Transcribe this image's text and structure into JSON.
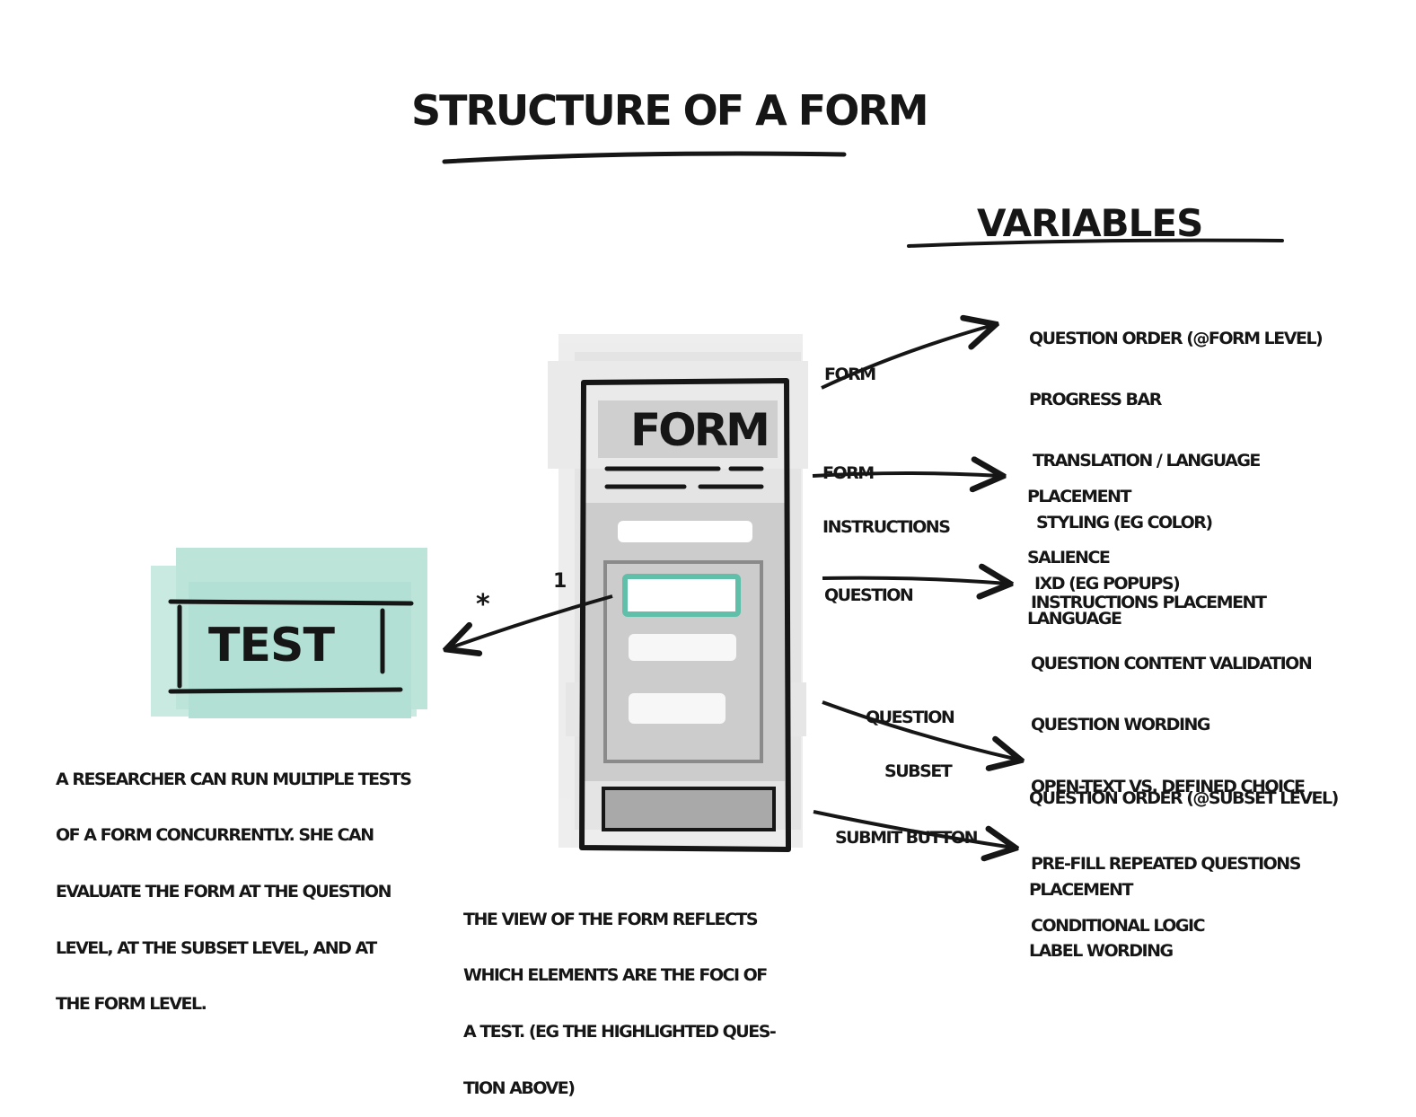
{
  "title": "STRUCTURE OF A FORM",
  "variables_heading": "VARIABLES",
  "form_box": {
    "label": "FORM"
  },
  "test_box": {
    "label": "TEST"
  },
  "test_arrow": {
    "multiplicity_source": "1",
    "multiplicity_target": "*"
  },
  "branches": [
    {
      "label_lines": [
        "FORM"
      ],
      "items": [
        "QUESTION ORDER (@FORM LEVEL)",
        "PROGRESS BAR",
        "TRANSLATION / LANGUAGE",
        "STYLING (EG COLOR)",
        "IXD (EG POPUPS)"
      ]
    },
    {
      "label_lines": [
        "FORM",
        "INSTRUCTIONS"
      ],
      "items": [
        "PLACEMENT",
        "SALIENCE",
        "LANGUAGE"
      ]
    },
    {
      "label_lines": [
        "QUESTION"
      ],
      "items": [
        "INSTRUCTIONS PLACEMENT",
        "QUESTION CONTENT VALIDATION",
        "QUESTION WORDING",
        "OPEN-TEXT VS. DEFINED CHOICE",
        "PRE-FILL REPEATED QUESTIONS",
        "CONDITIONAL LOGIC"
      ]
    },
    {
      "label_lines": [
        "QUESTION",
        "SUBSET"
      ],
      "items": [
        "QUESTION ORDER (@SUBSET LEVEL)"
      ]
    },
    {
      "label_lines": [
        "SUBMIT BUTTON"
      ],
      "items": [
        "PLACEMENT",
        "LABEL WORDING"
      ]
    }
  ],
  "notes": {
    "researcher": [
      "A RESEARCHER CAN RUN MULTIPLE TESTS",
      "OF A FORM CONCURRENTLY. SHE CAN",
      "EVALUATE THE FORM AT THE QUESTION",
      "LEVEL, AT THE SUBSET LEVEL, AND AT",
      "THE FORM LEVEL."
    ],
    "view": [
      "THE VIEW OF THE FORM REFLECTS",
      "WHICH ELEMENTS ARE THE FOCI OF",
      "A TEST. (EG THE HIGHLIGHTED QUES-",
      "TION ABOVE)"
    ]
  },
  "colors": {
    "ink": "#161616",
    "highlight": "#5fbfa8",
    "highlight_fill": "#a8ddd0",
    "grey": "#9a9a9a"
  }
}
